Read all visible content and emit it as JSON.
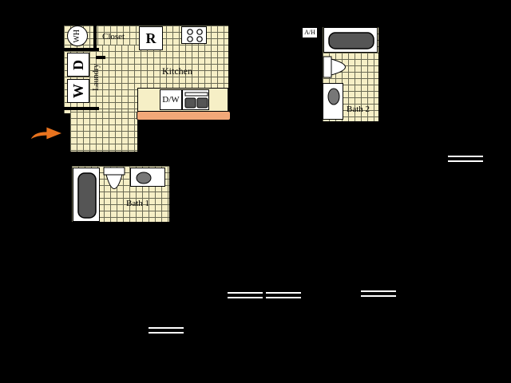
{
  "labels": {
    "closet": "Closet",
    "range": "R",
    "kitchen": "Kitchen",
    "dishwasher": "D/W",
    "water_heater": "WH",
    "dryer": "D",
    "washer": "W",
    "laundry": "Laundry",
    "bath1": "Bath 1",
    "bath2": "Bath 2",
    "air_handler": "A/H"
  },
  "colors": {
    "background": "#000000",
    "tile": "#f6efc6",
    "counter": "#f2a878",
    "entry_arrow": "#e8731e"
  },
  "icons": {
    "entry": "entry-arrow-icon",
    "stove": "cooktop-burners-icon",
    "sink": "sink-icon",
    "toilet": "toilet-icon",
    "tub": "bathtub-icon"
  }
}
